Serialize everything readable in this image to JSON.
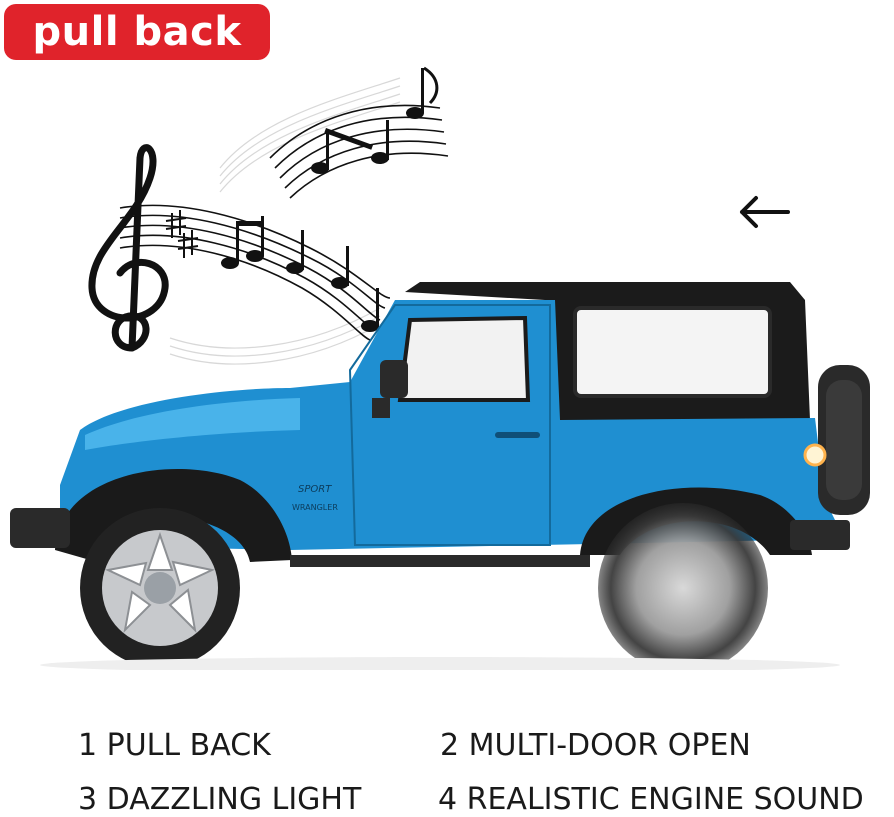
{
  "badge": {
    "label": "pull back"
  },
  "car_text": {
    "model_badge": "SPORT",
    "side_badge": "WRANGLER"
  },
  "features": [
    {
      "label": "1 PULL BACK"
    },
    {
      "label": "2  MULTI-DOOR OPEN"
    },
    {
      "label": "3 DAZZLING LIGHT"
    },
    {
      "label": "4  REALISTIC ENGINE SOUND"
    }
  ],
  "colors": {
    "badge": "#e0232b",
    "car_body": "#1f8fd1",
    "roof": "#1b1b1b"
  },
  "icons": {
    "arrow": "left-arrow-icon",
    "music": "music-notes-icon"
  }
}
